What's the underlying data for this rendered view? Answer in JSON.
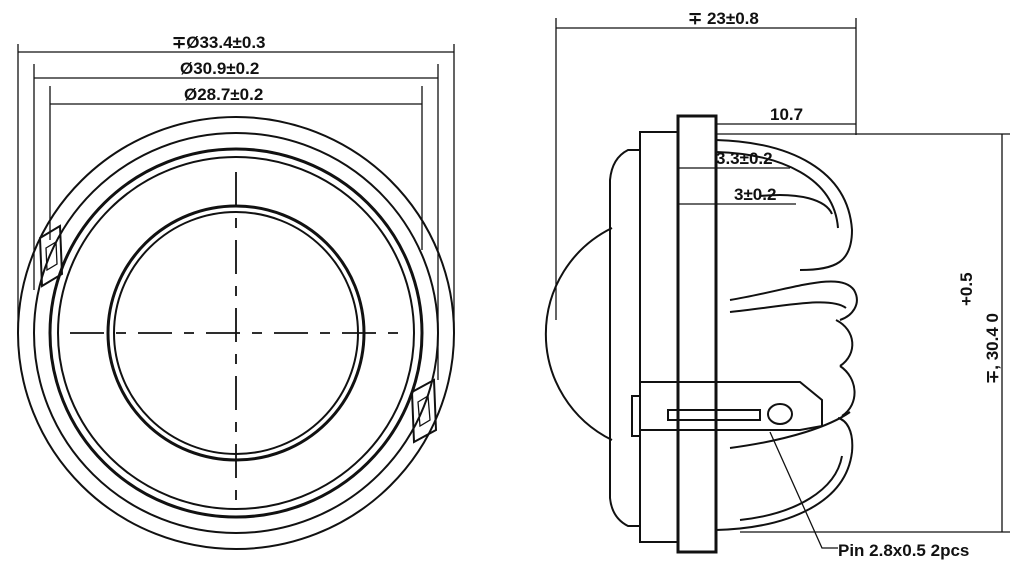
{
  "front_view": {
    "dim_outer": "∓Ø33.4±0.3",
    "dim_middle": "Ø30.9±0.2",
    "dim_inner": "Ø28.7±0.2"
  },
  "side_view": {
    "dim_depth": "∓ 23±0.8",
    "dim_107": "10.7",
    "dim_33": "3.3±0.2",
    "dim_3": "3±0.2",
    "dim_height_tol": "+0.5",
    "dim_height": "∓, 30.4 0",
    "pin_note": "Pin 2.8x0.5 2pcs"
  }
}
